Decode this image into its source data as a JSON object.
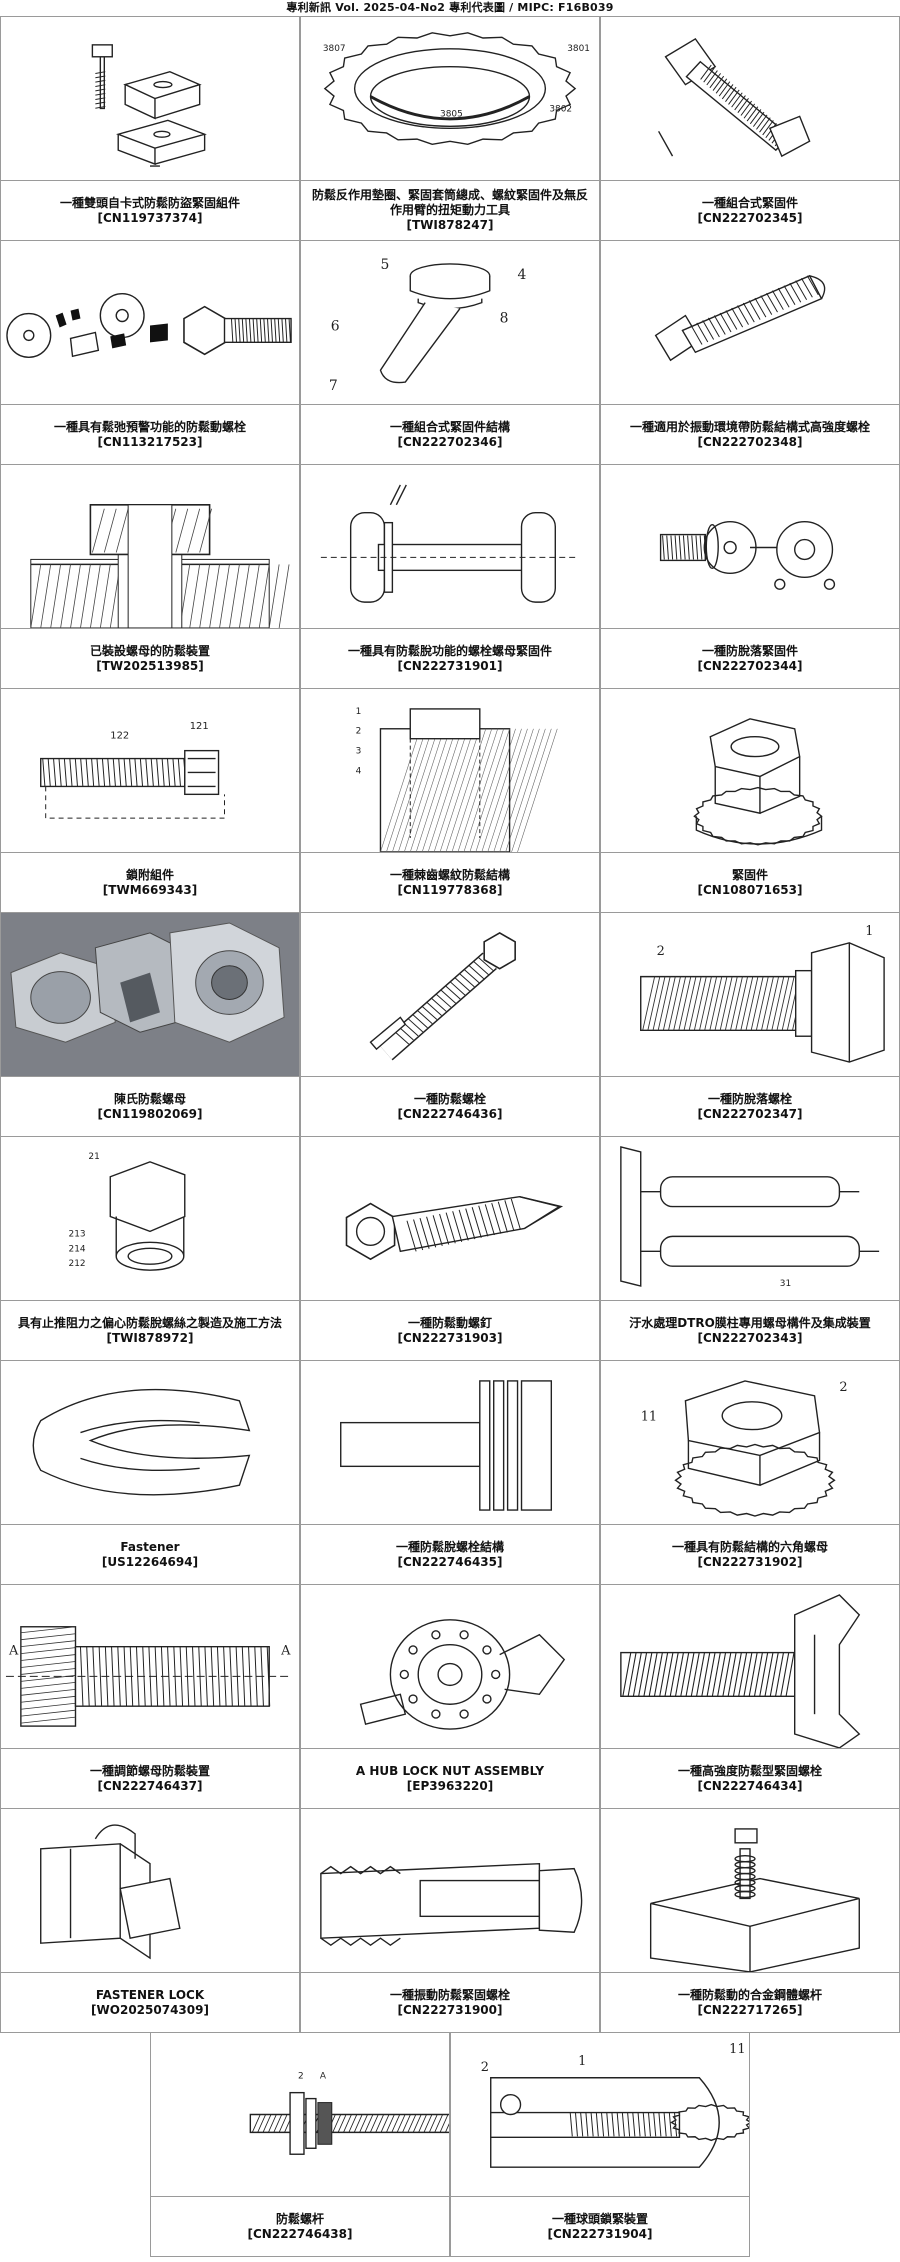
{
  "header": {
    "text": "專利新訊  Vol. 2025-04-No2  專利代表圖  /  MIPC:  F16B039"
  },
  "cells": [
    {
      "title": "一種雙頭自卡式防鬆防盜緊固組件",
      "number": "[CN119737374]",
      "fig": "bolt-plates"
    },
    {
      "title": "防鬆反作用墊圈、緊固套筒總成、螺紋緊固件及無反作用臂的扭矩動力工具",
      "number": "[TWI878247]",
      "fig": "serrated-ring"
    },
    {
      "title": "一種組合式緊固件",
      "number": "[CN222702345]",
      "fig": "bolt-diagonal"
    },
    {
      "title": "一種具有鬆弛預警功能的防鬆動螺栓",
      "number": "[CN113217523]",
      "fig": "exploded"
    },
    {
      "title": "一種組合式緊固件結構",
      "number": "[CN222702346]",
      "fig": "pin-cap"
    },
    {
      "title": "一種適用於振動環境帶防鬆結構式高強度螺栓",
      "number": "[CN222702348]",
      "fig": "bolt-diagonal2"
    },
    {
      "title": "已裝設螺母的防鬆裝置",
      "number": "[TW202513985]",
      "fig": "section-nut"
    },
    {
      "title": "一種具有防鬆脫功能的螺栓螺母緊固件",
      "number": "[CN222731901]",
      "fig": "spool"
    },
    {
      "title": "一種防脫落緊固件",
      "number": "[CN222702344]",
      "fig": "plate-exploded"
    },
    {
      "title": "鎖附組件",
      "number": "[TWM669343]",
      "fig": "screw-horizontal"
    },
    {
      "title": "一種棘齒螺紋防鬆結構",
      "number": "[CN119778368]",
      "fig": "hatched-section"
    },
    {
      "title": "緊固件",
      "number": "[CN108071653]",
      "fig": "hex-nut-iso"
    },
    {
      "title": "陳氏防鬆螺母",
      "number": "[CN119802069]",
      "fig": "photo"
    },
    {
      "title": "一種防鬆螺栓",
      "number": "[CN222746436]",
      "fig": "bolt-diagonal3"
    },
    {
      "title": "一種防脫落螺栓",
      "number": "[CN222702347]",
      "fig": "big-bolt"
    },
    {
      "title": "具有止推阻力之偏心防鬆脫螺絲之製造及施工方法",
      "number": "[TWI878972]",
      "fig": "hex-nut-small"
    },
    {
      "title": "一種防鬆動螺釘",
      "number": "[CN222731903]",
      "fig": "self-drill"
    },
    {
      "title": "汙水處理DTRO膜柱專用螺母構件及集成裝置",
      "number": "[CN222702343]",
      "fig": "rollers"
    },
    {
      "title": "Fastener",
      "number": "[US12264694]",
      "fig": "clip"
    },
    {
      "title": "一種防鬆脫螺栓結構",
      "number": "[CN222746435]",
      "fig": "plate-shaft"
    },
    {
      "title": "一種具有防鬆結構的六角螺母",
      "number": "[CN222731902]",
      "fig": "hex-serrated"
    },
    {
      "title": "一種調節螺母防鬆裝置",
      "number": "[CN222746437]",
      "fig": "thread-section"
    },
    {
      "title": "A HUB LOCK NUT ASSEMBLY",
      "number": "[EP3963220]",
      "fig": "hub"
    },
    {
      "title": "一種高強度防鬆型緊固螺栓",
      "number": "[CN222746434]",
      "fig": "tee-bolt"
    },
    {
      "title": "FASTENER LOCK",
      "number": "[WO2025074309]",
      "fig": "lock"
    },
    {
      "title": "一種振動防鬆緊固螺栓",
      "number": "[CN222731900]",
      "fig": "anchor"
    },
    {
      "title": "一種防鬆動的合金鋼體螺杆",
      "number": "[CN222717265]",
      "fig": "block-spring"
    },
    {
      "title": "防鬆螺杆",
      "number": "[CN222746438]",
      "fig": "rod"
    },
    {
      "title": "一種球頭鎖緊裝置",
      "number": "[CN222731904]",
      "fig": "ball-lock"
    }
  ]
}
